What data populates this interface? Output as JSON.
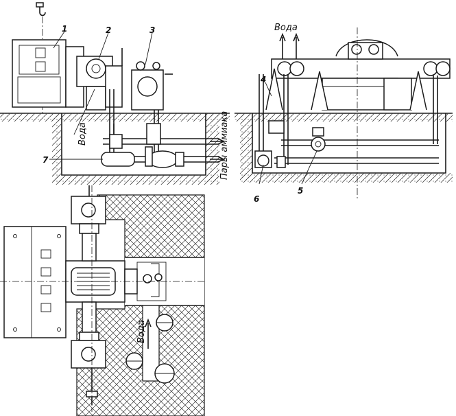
{
  "labels": {
    "water_top": "Вода",
    "water_left": "Вода",
    "water_plan": "Вода",
    "ammonia_vapors": "Пары аммиака"
  },
  "callouts": [
    "1",
    "2",
    "3",
    "4",
    "5",
    "6",
    "7"
  ],
  "colors": {
    "ink": "#1a1a1a",
    "paper": "#ffffff"
  }
}
